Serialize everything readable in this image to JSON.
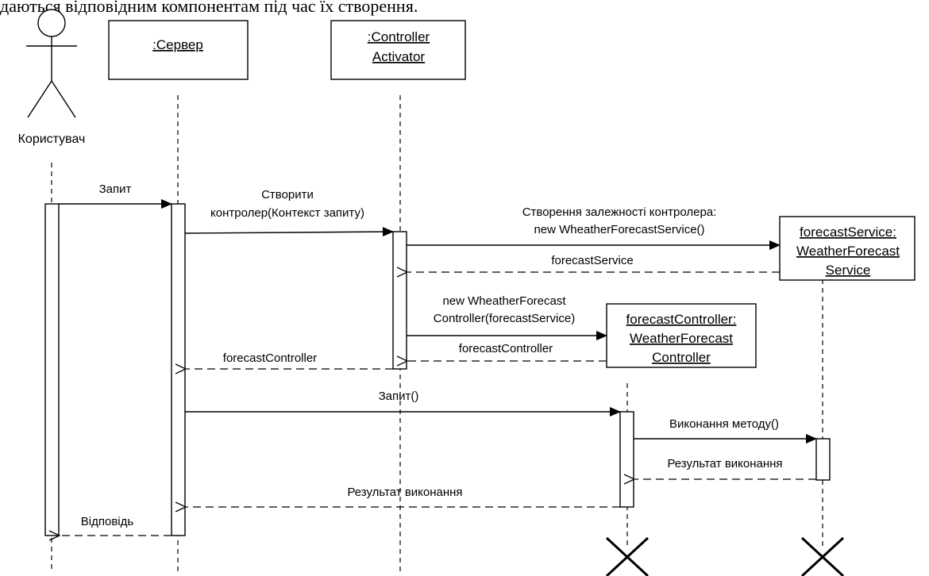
{
  "caption": "даються відповідним компонентам під час їх створення.",
  "participants": {
    "user": "Користувач",
    "server": ":Сервер",
    "activator_line1": ":Controller",
    "activator_line2": "Activator",
    "service_line1": "forecastService:",
    "service_line2": "WeatherForecast",
    "service_line3": "Service",
    "controller_line1": "forecastController:",
    "controller_line2": "WeatherForecast",
    "controller_line3": "Controller"
  },
  "messages": {
    "m1": "Запит",
    "m2_line1": "Створити",
    "m2_line2": "контролер(Контекст запиту)",
    "m3_line1": "Створення залежності контролера:",
    "m3_line2": "new WheatherForecastService()",
    "m4": "forecastService",
    "m5_line1": "new WheatherForecast",
    "m5_line2": "Controller(forecastService)",
    "m6": "forecastController",
    "m7": "forecastController",
    "m8": "Запит()",
    "m9": "Виконання методу()",
    "m10": "Результат виконання",
    "m11": "Результат виконання",
    "m12": "Відповідь"
  }
}
